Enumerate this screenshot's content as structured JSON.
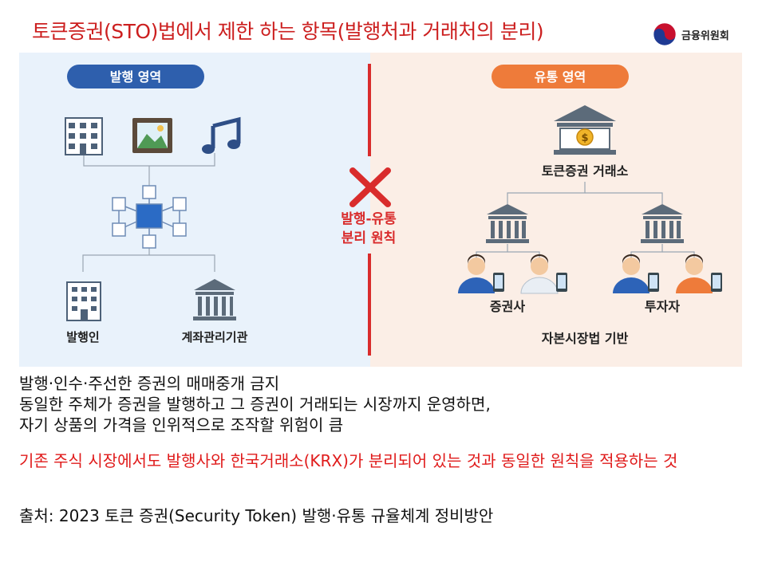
{
  "title": "토큰증권(STO)법에서 제한 하는 항목(발행처과 거래처의 분리)",
  "logo": {
    "text": "금융위원회",
    "colors": [
      "#c8102e",
      "#1f3a93"
    ]
  },
  "figure": {
    "issuance_label": "발행 영역",
    "distribution_label": "유통 영역",
    "principle_lines": [
      "발행-유통",
      "분리 원칙"
    ],
    "exchange_label": "토큰증권 거래소",
    "securities_firm_label": "증권사",
    "investor_label": "투자자",
    "issuer_label": "발행인",
    "custody_label": "계좌관리기관",
    "legal_basis_label": "자본시장법 기반",
    "colors": {
      "left_bg": "#e9f2fb",
      "right_bg": "#fbeee6",
      "blue_pill": "#2e5fad",
      "orange_pill": "#ee7b3a",
      "divider": "#d92c2c"
    }
  },
  "body": {
    "lines": [
      "발행·인수·주선한 증권의 매매중개 금지",
      "동일한 주체가 증권을 발행하고 그 증권이 거래되는 시장까지 운영하면,",
      "자기 상품의 가격을 인위적으로 조작할 위험이 큼"
    ],
    "highlight": "기존 주식 시장에서도 발행사와 한국거래소(KRX)가 분리되어 있는 것과 동일한 원칙을 적용하는 것",
    "source": "출처: 2023 토큰 증권(Security Token) 발행·유통 규율체계 정비방안"
  }
}
